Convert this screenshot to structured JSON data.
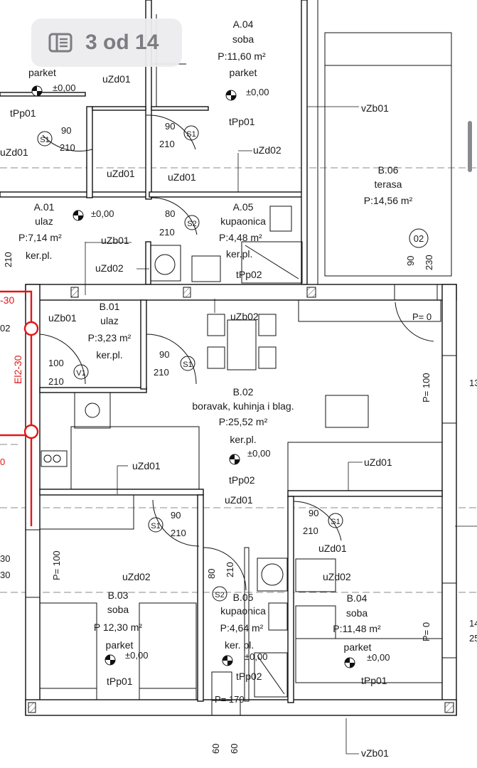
{
  "viewer": {
    "page_indicator": "3 od 14",
    "page_icon": "document-pages-icon"
  },
  "rooms": [
    {
      "id": "A.04",
      "name": "soba",
      "area": "P:11,60 m²",
      "floor": "parket",
      "level": "±0,00",
      "tag": "tPp01"
    },
    {
      "id": "A.01",
      "name": "ulaz",
      "area": "P:7,14 m²",
      "floor": "ker.pl.",
      "level": "±0,00"
    },
    {
      "id": "A.05",
      "name": "kupaonica",
      "area": "P:4,48 m²",
      "floor": "ker.pl.",
      "tag": "tPp02"
    },
    {
      "id": "B.06",
      "name": "terasa",
      "area": "P:14,56 m²"
    },
    {
      "id": "B.01",
      "name": "ulaz",
      "area": "P:3,23 m²",
      "floor": "ker.pl."
    },
    {
      "id": "B.02",
      "name": "boravak, kuhinja i blag.",
      "area": "P:25,52 m²",
      "floor": "ker.pl.",
      "level": "±0,00",
      "tag": "tPp02"
    },
    {
      "id": "B.03",
      "name": "soba",
      "area": "P 12,30 m²",
      "floor": "parket",
      "level": "±0,00",
      "tag": "tPp01"
    },
    {
      "id": "B.05",
      "name": "kupaonica",
      "area": "P:4,64 m²",
      "floor": "ker. pl.",
      "level": "±0,00",
      "tag": "tPp02"
    },
    {
      "id": "B.04",
      "name": "soba",
      "area": "P:11,48 m²",
      "floor": "parket",
      "level": "±0,00",
      "tag": "tPp01"
    }
  ],
  "labels": {
    "uzd01": "uZd01",
    "uzd02": "uZd02",
    "uzb01": "uZb01",
    "uzb02": "uZb02",
    "vzb01": "vZb01",
    "parket": "parket",
    "level": "±0,00",
    "tpp01": "tPp01",
    "tpp02": "tPp02",
    "d90": "90",
    "d210": "210",
    "d80": "80",
    "d100": "100",
    "d60": "60",
    "d230": "230",
    "d30": "30",
    "d02": "02",
    "d13": "13",
    "d14": "14",
    "d25": "25",
    "d0": "0",
    "s1": "S1",
    "s2": "S2",
    "v1": "V1",
    "p0": "P= 0",
    "p100": "P= 100",
    "p170": "P= 170",
    "tag02": "02",
    "red_30": "-30",
    "red_el": "El2-30"
  },
  "colors": {
    "line": "#111111",
    "red_marker": "#e01818",
    "pager_bg": "#ececee",
    "pager_text": "#7c7c82"
  }
}
